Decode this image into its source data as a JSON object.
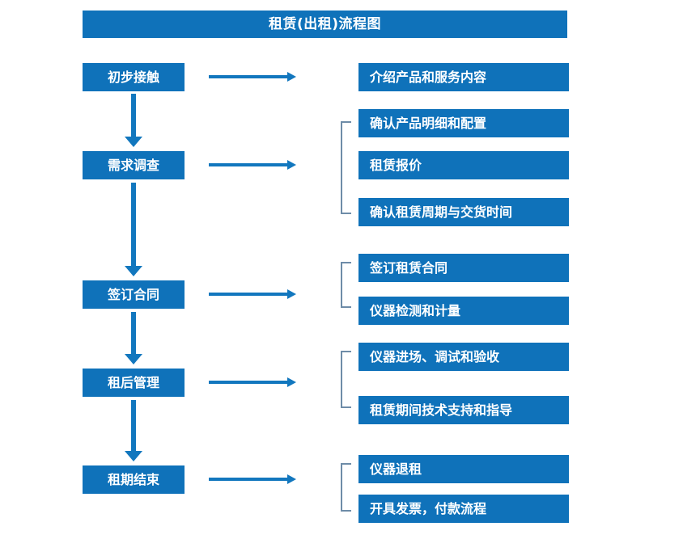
{
  "diagram": {
    "title": "租赁(出租)流程图",
    "accent_color": "#0F72BA",
    "arrow_color": "#1277BE",
    "bracket_color": "#6E8CA8",
    "title_text_color": "#FFFFFF"
  },
  "stages": [
    {
      "id": "stage-1",
      "label": "初步接触"
    },
    {
      "id": "stage-2",
      "label": "需求调查"
    },
    {
      "id": "stage-3",
      "label": "签订合同"
    },
    {
      "id": "stage-4",
      "label": "租后管理"
    },
    {
      "id": "stage-5",
      "label": "租期结束"
    }
  ],
  "details": [
    {
      "id": "detail-1-1",
      "label": "介绍产品和服务内容"
    },
    {
      "id": "detail-2-1",
      "label": "确认产品明细和配置"
    },
    {
      "id": "detail-2-2",
      "label": "租赁报价"
    },
    {
      "id": "detail-2-3",
      "label": "确认租赁周期与交货时间"
    },
    {
      "id": "detail-3-1",
      "label": "签订租赁合同"
    },
    {
      "id": "detail-3-2",
      "label": "仪器检测和计量"
    },
    {
      "id": "detail-4-1",
      "label": "仪器进场、调试和验收"
    },
    {
      "id": "detail-4-2",
      "label": "租赁期间技术支持和指导"
    },
    {
      "id": "detail-5-1",
      "label": "仪器退租"
    },
    {
      "id": "detail-5-2",
      "label": "开具发票，付款流程"
    }
  ]
}
